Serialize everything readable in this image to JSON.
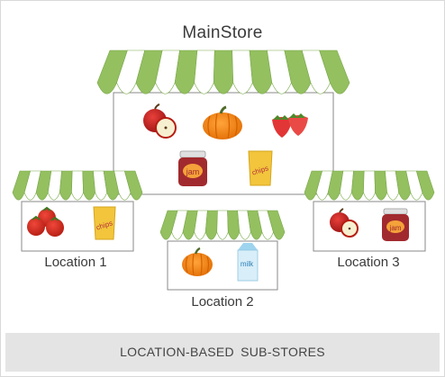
{
  "title": "MainStore",
  "footer_label": "LOCATION-BASED  SUB-STORES",
  "colors": {
    "awning_green": "#94c060",
    "awning_white": "#ffffff",
    "stroke": "#8a8a8a",
    "footer_bg": "#e4e4e4"
  },
  "stores": [
    {
      "label": "",
      "items": [
        "apple-icon",
        "pumpkin-icon",
        "strawberry-icon",
        "jam-jar-icon",
        "chips-bag-icon"
      ]
    },
    {
      "label": "Location 1",
      "items": [
        "tomato-icon",
        "chips-bag-icon"
      ]
    },
    {
      "label": "Location 2",
      "items": [
        "pumpkin-icon",
        "milk-carton-icon"
      ]
    },
    {
      "label": "Location 3",
      "items": [
        "apple-icon",
        "jam-jar-icon"
      ]
    }
  ],
  "product_text": {
    "jam": "jam",
    "chips": "chips",
    "milk": "milk"
  }
}
